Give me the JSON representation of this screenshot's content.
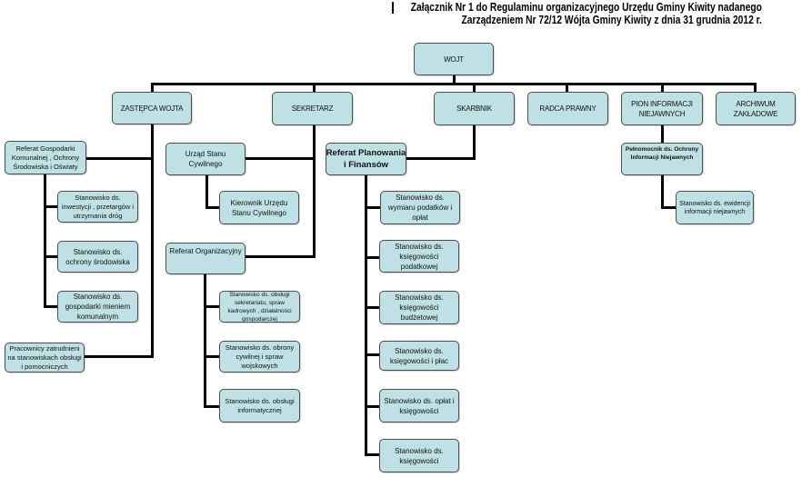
{
  "header": {
    "line1": "Załącznik Nr 1 do Regulaminu organizacyjnego Urzędu Gminy Kiwity nadanego",
    "line2": "Zarządzeniem Nr 72/12 Wójta Gminy Kiwity z dnia 31 grudnia 2012 r."
  },
  "colors": {
    "box_fill": "#bfe1e5",
    "box_border": "#4d4d4d",
    "connector": "#000000"
  },
  "org": {
    "wojt": [
      "WOJT"
    ],
    "zastepca": [
      "ZASTĘPCA WOJTA"
    ],
    "sekretarz": [
      "SEKRETARZ"
    ],
    "skarbnik": [
      "SKARBNIK"
    ],
    "radca": [
      "RADCA PRAWNY"
    ],
    "pion": [
      "PION INFORMACJI",
      "NIEJAWNYCH"
    ],
    "archiwum": [
      "ARCHIWUM",
      "ZAKŁADOWE"
    ],
    "referat_gospodarki": [
      "Referat Gospodarki",
      "Komunalnej , Ochrony",
      "Środowiska i Oświaty"
    ],
    "st_inwestycji": [
      "Stanowisko ds.",
      "inwestycji , przetargów i",
      "utrzymania dróg"
    ],
    "st_ochrony_srodowiska": [
      "Stanowisko ds.",
      "ochrony środowiska"
    ],
    "st_gospodarki_mieniem": [
      "Stanowisko ds.",
      "gospodarki mieniem",
      "komunalnym"
    ],
    "pracownicy": [
      "Pracownicy zatrudnieni",
      "na stanowiskach obsługi",
      "i pomocniczych"
    ],
    "usc": [
      "Urząd Stanu",
      "Cywilnego"
    ],
    "kierownik_usc": [
      "Kierownik Urzędu",
      "Stanu Cywilnego"
    ],
    "referat_organizacyjny": [
      "Referat Organizacyjny"
    ],
    "st_sekretariatu": [
      "Stanowisko ds. obsługi",
      "sekretariatu, spraw",
      "kadrowych , działalności",
      "gospodarczej"
    ],
    "st_obrony": [
      "Stanowisko ds. obrony",
      "cywilnej i spraw",
      "wojskowych"
    ],
    "st_informatycznej": [
      "Stanowisko ds. obsługi",
      "informatycznej"
    ],
    "referat_planowania": [
      "Referat Planowania",
      "i Finansów"
    ],
    "st_wymiaru": [
      "Stanowisko ds.",
      "wymiaru podatków i",
      "opłat"
    ],
    "st_ksieg_podatkowej": [
      "Stanowisko ds.",
      "księgowości",
      "podatkowej"
    ],
    "st_ksieg_budzetowej": [
      "Stanowisko ds.",
      "księgowości",
      "budżetowej"
    ],
    "st_ksieg_plac": [
      "Stanowisko ds.",
      "księgowości i płac"
    ],
    "st_oplat": [
      "Stanowisko ds. opłat i",
      "księgowości"
    ],
    "st_ksiegowosci": [
      "Stanowisko ds.",
      "księgowości"
    ],
    "pelnomocnik": [
      "Pełnomocnik ds. Ochrony",
      "Informacji Niejawnych"
    ],
    "st_ewidencji": [
      "Stanowisko ds. ewidencji",
      "informacji niejawnych"
    ]
  }
}
